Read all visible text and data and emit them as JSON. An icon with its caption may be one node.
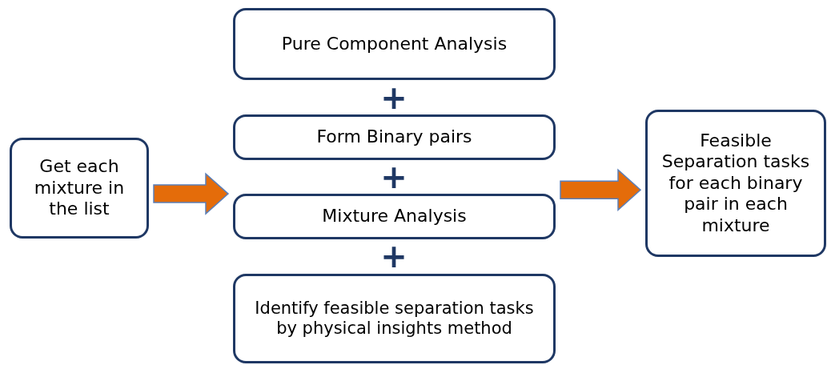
{
  "diagram": {
    "nodes": [
      {
        "text": [
          "Get each mixture in the list"
        ]
      },
      {
        "text": [
          "Pure Component Analysis"
        ]
      },
      {
        "text": [
          "Form Binary pairs"
        ]
      },
      {
        "text": [
          "Mixture Analysis"
        ]
      },
      {
        "text": [
          "Identify feasible separation tasks by physical insights method"
        ]
      },
      {
        "text": [
          "Feasible Separation tasks for each binary pair in each mixture"
        ]
      }
    ],
    "edges": [
      {
        "from": 0,
        "to": 3,
        "arrow": "to",
        "style": "thick",
        "color": "#e46c0a"
      },
      {
        "from": 3,
        "to": 5,
        "arrow": "to",
        "style": "thick",
        "color": "#e46c0a"
      }
    ],
    "labels": [
      "+",
      "+",
      "+"
    ]
  }
}
